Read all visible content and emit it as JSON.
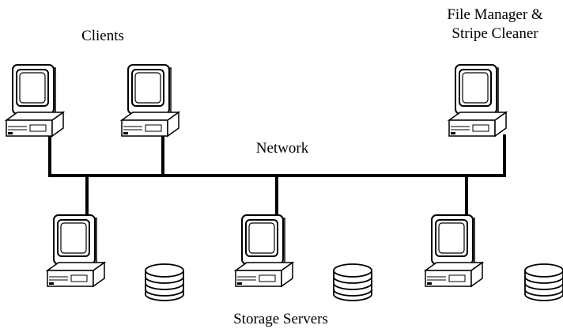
{
  "labels": {
    "clients": "Clients",
    "file_manager_line1": "File Manager &",
    "file_manager_line2": "Stripe Cleaner",
    "network": "Network",
    "storage_servers": "Storage Servers"
  },
  "nodes": [
    {
      "role": "client",
      "has_disk": false
    },
    {
      "role": "client",
      "has_disk": false
    },
    {
      "role": "file-manager",
      "has_disk": false
    },
    {
      "role": "storage-server",
      "has_disk": true
    },
    {
      "role": "storage-server",
      "has_disk": true
    },
    {
      "role": "storage-server",
      "has_disk": true
    }
  ],
  "colors": {
    "line": "#000000",
    "background": "#ffffff"
  }
}
